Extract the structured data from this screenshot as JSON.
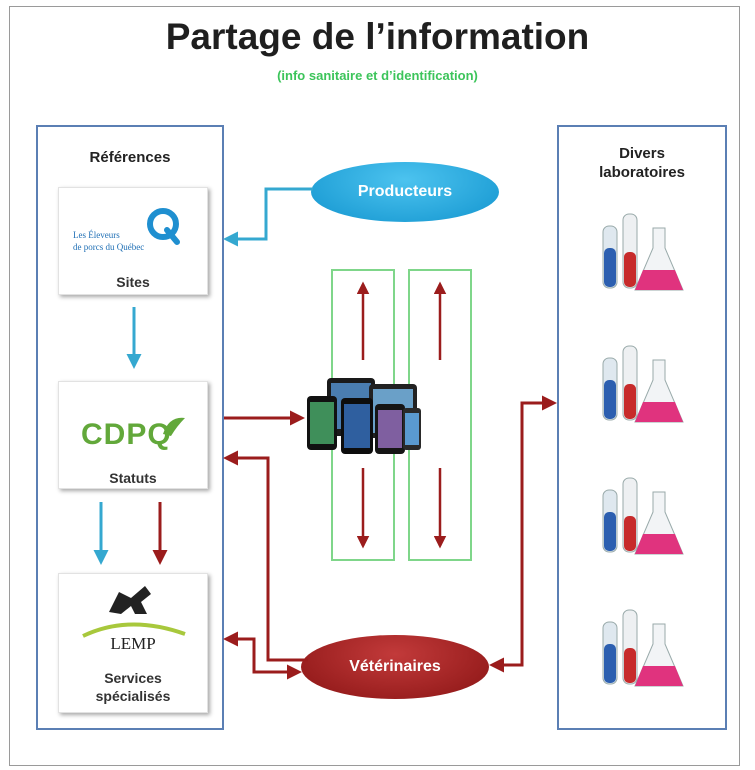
{
  "title": "Partage de l’information",
  "subtitle": "(info sanitaire et d’identification)",
  "left_panel": {
    "title": "Références",
    "cards": [
      {
        "logo_line1": "Les Éleveurs",
        "logo_line2": "de porcs du Québec",
        "label": "Sites"
      },
      {
        "logo_text": "CDPQ",
        "label": "Statuts"
      },
      {
        "logo_text": "LEMP",
        "label_line1": "Services",
        "label_line2": "spécialisés"
      }
    ]
  },
  "right_panel": {
    "title_line1": "Divers",
    "title_line2": "laboratoires"
  },
  "nodes": {
    "producteurs": "Producteurs",
    "veterinaires": "Vétérinaires"
  },
  "colors": {
    "panel_border": "#5b7fb4",
    "blue_arrow": "#35a8d0",
    "red_arrow": "#9b1c1c",
    "green_box": "#7fd68a",
    "producteurs_fill": "#1ba5dc",
    "veterinaires_fill": "#a31f1f",
    "subtitle": "#3cc45a"
  },
  "icons": [
    "lab-flask-icon",
    "lab-flask-icon",
    "lab-flask-icon",
    "lab-flask-icon",
    "mobile-devices-icon"
  ]
}
